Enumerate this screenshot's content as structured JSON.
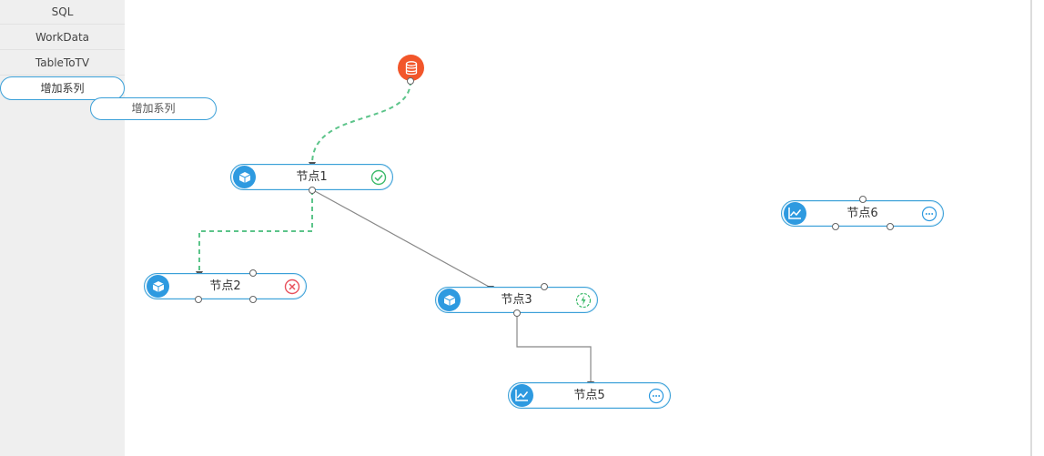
{
  "sidebar": {
    "items": [
      {
        "label": "SQL"
      },
      {
        "label": "WorkData"
      },
      {
        "label": "TableToTV"
      },
      {
        "label": "增加系列"
      }
    ]
  },
  "drag_ghost": {
    "label": "增加系列"
  },
  "source_node": {
    "icon": "database-icon",
    "color": "#f2562a"
  },
  "nodes": [
    {
      "label": "节点1",
      "type_icon": "cube-icon",
      "status": "success",
      "status_icon": "check-circle-icon",
      "status_color": "#3cba6a"
    },
    {
      "label": "节点2",
      "type_icon": "cube-icon",
      "status": "error",
      "status_icon": "close-circle-icon",
      "status_color": "#e8505b"
    },
    {
      "label": "节点3",
      "type_icon": "cube-icon",
      "status": "running",
      "status_icon": "lightning-circle-icon",
      "status_color": "#3cba6a"
    },
    {
      "label": "节点5",
      "type_icon": "line-chart-icon",
      "status": "pending",
      "status_icon": "ellipsis-circle-icon",
      "status_color": "#2e9ae0"
    },
    {
      "label": "节点6",
      "type_icon": "line-chart-icon",
      "status": "pending",
      "status_icon": "ellipsis-circle-icon",
      "status_color": "#2e9ae0"
    }
  ],
  "colors": {
    "accent": "#2e9ae0",
    "dashed_edge": "#5cc48a",
    "solid_edge": "#888888"
  }
}
